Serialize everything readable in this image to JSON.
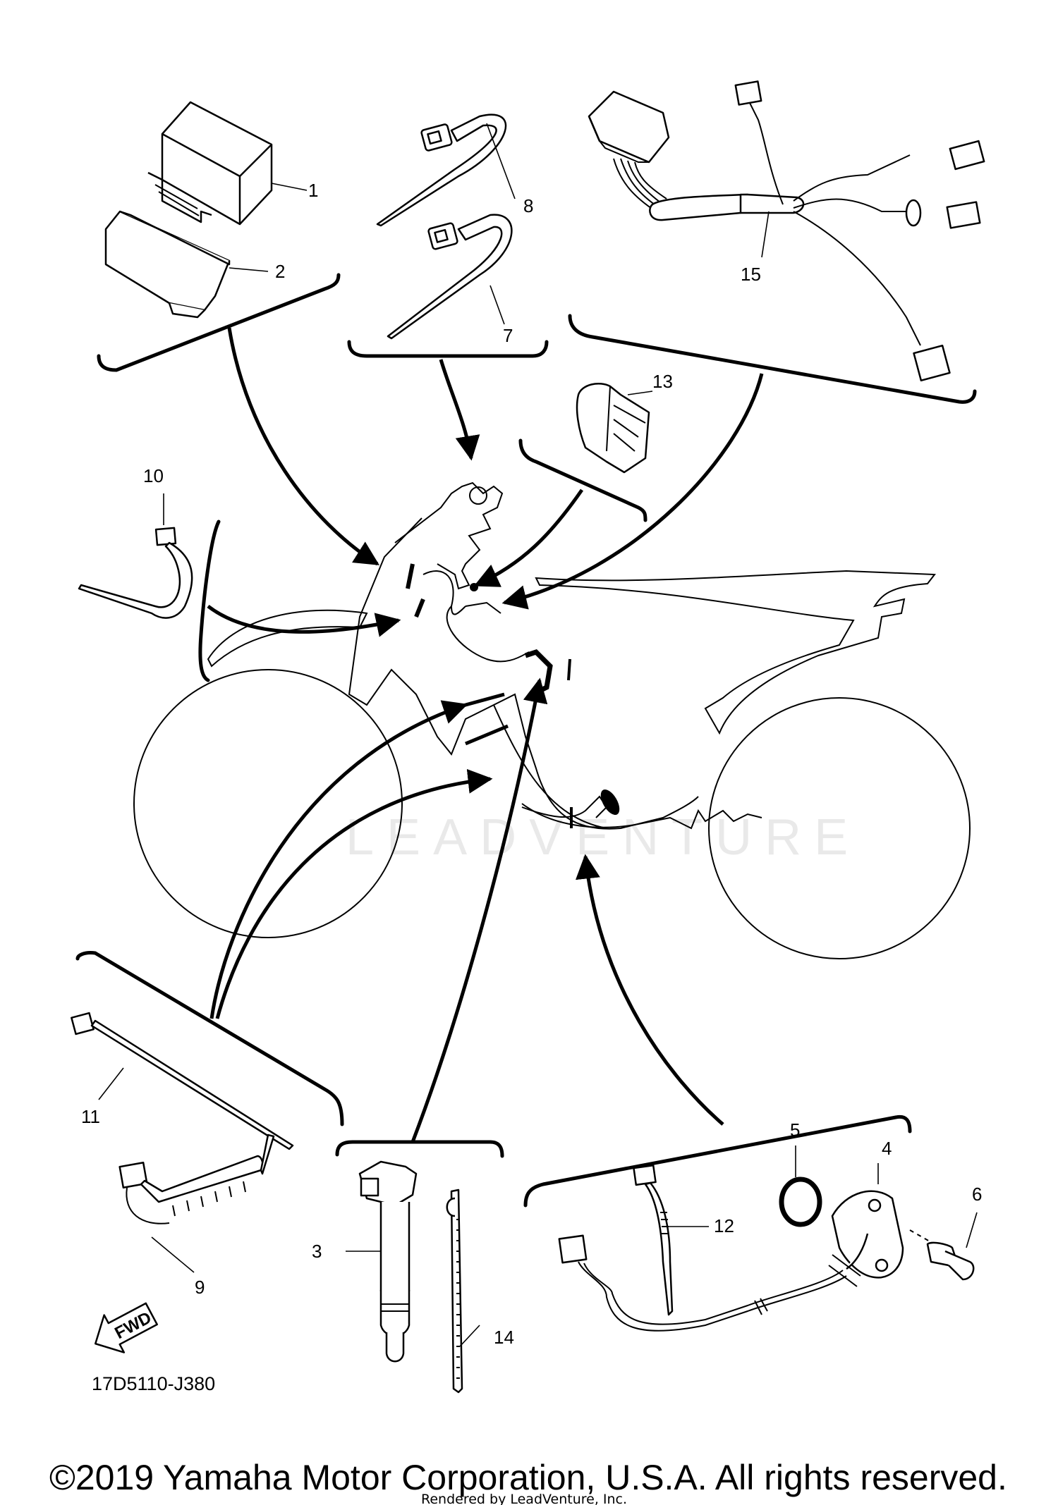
{
  "diagram": {
    "part_labels": {
      "p1": "1",
      "p2": "2",
      "p3": "3",
      "p4": "4",
      "p5": "5",
      "p6": "6",
      "p7": "7",
      "p8": "8",
      "p9": "9",
      "p10": "10",
      "p11": "11",
      "p12": "12",
      "p13": "13",
      "p14": "14",
      "p15": "15"
    },
    "diagram_code": "17D5110-J380",
    "fwd_label": "FWD",
    "watermark": "LEADVENTURE",
    "copyright": "©2019 Yamaha Motor Corporation, U.S.A. All rights reserved.",
    "rendered_by": "Rendered by LeadVenture, Inc."
  },
  "colors": {
    "line": "#000000",
    "background": "#ffffff",
    "watermark": "#e9e9e9"
  }
}
